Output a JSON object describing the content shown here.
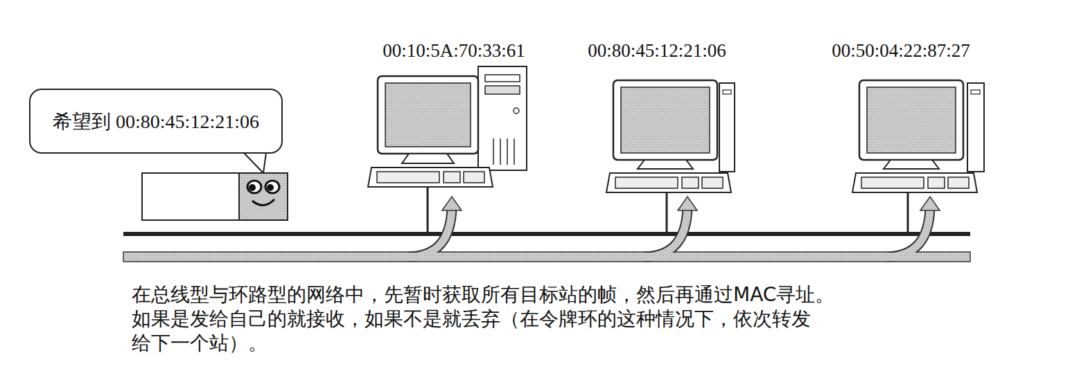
{
  "diagram": {
    "caption": "在总线型与环路型的网络中，先暂时获取所有目标站的帧，然后再通过MAC寻址。 如果是发给自己的就接收，如果不是就丢弃（在令牌环的这种情况下，依次转发 给下一个站）。",
    "nodes": [
      {
        "text": [
          "希望到 00:80:45:12:21:06"
        ]
      }
    ],
    "labels": [
      "00:10:5A:70:33:61",
      "00:80:45:12:21:06",
      "00:50:04:22:87:27"
    ]
  }
}
